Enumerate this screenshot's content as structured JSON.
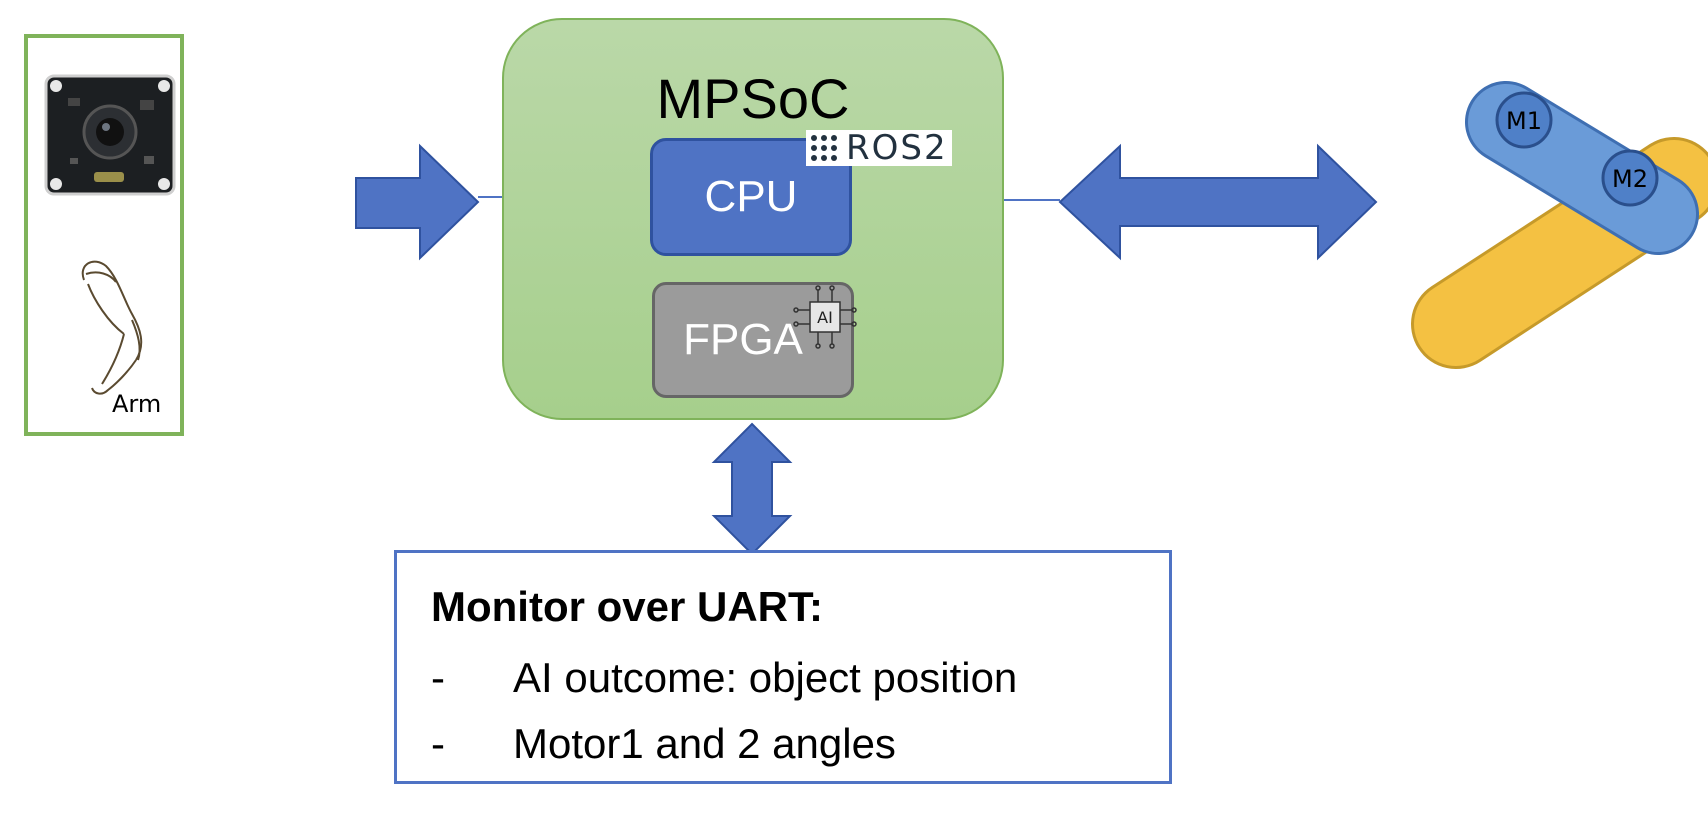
{
  "input_panel": {
    "arm_label": "Arm"
  },
  "mpsoc": {
    "title": "MPSoC",
    "cpu_label": "CPU",
    "ros_label": "ROS2",
    "fpga_label": "FPGA",
    "ai_chip_label": "AI"
  },
  "robot_arm": {
    "motor1_label": "M1",
    "motor2_label": "M2"
  },
  "monitor": {
    "title": "Monitor over UART:",
    "items": [
      {
        "bullet": "-",
        "text": "AI outcome: object position"
      },
      {
        "bullet": "-",
        "text": "Motor1 and 2 angles"
      }
    ]
  },
  "colors": {
    "arrow_blue": "#4f73c4",
    "mpsoc_green": "#b3d69f",
    "panel_border_green": "#7fb35a",
    "arm_blue": "#5e93d2",
    "arm_yellow": "#f4c142",
    "fpga_gray": "#9b9b9b"
  }
}
